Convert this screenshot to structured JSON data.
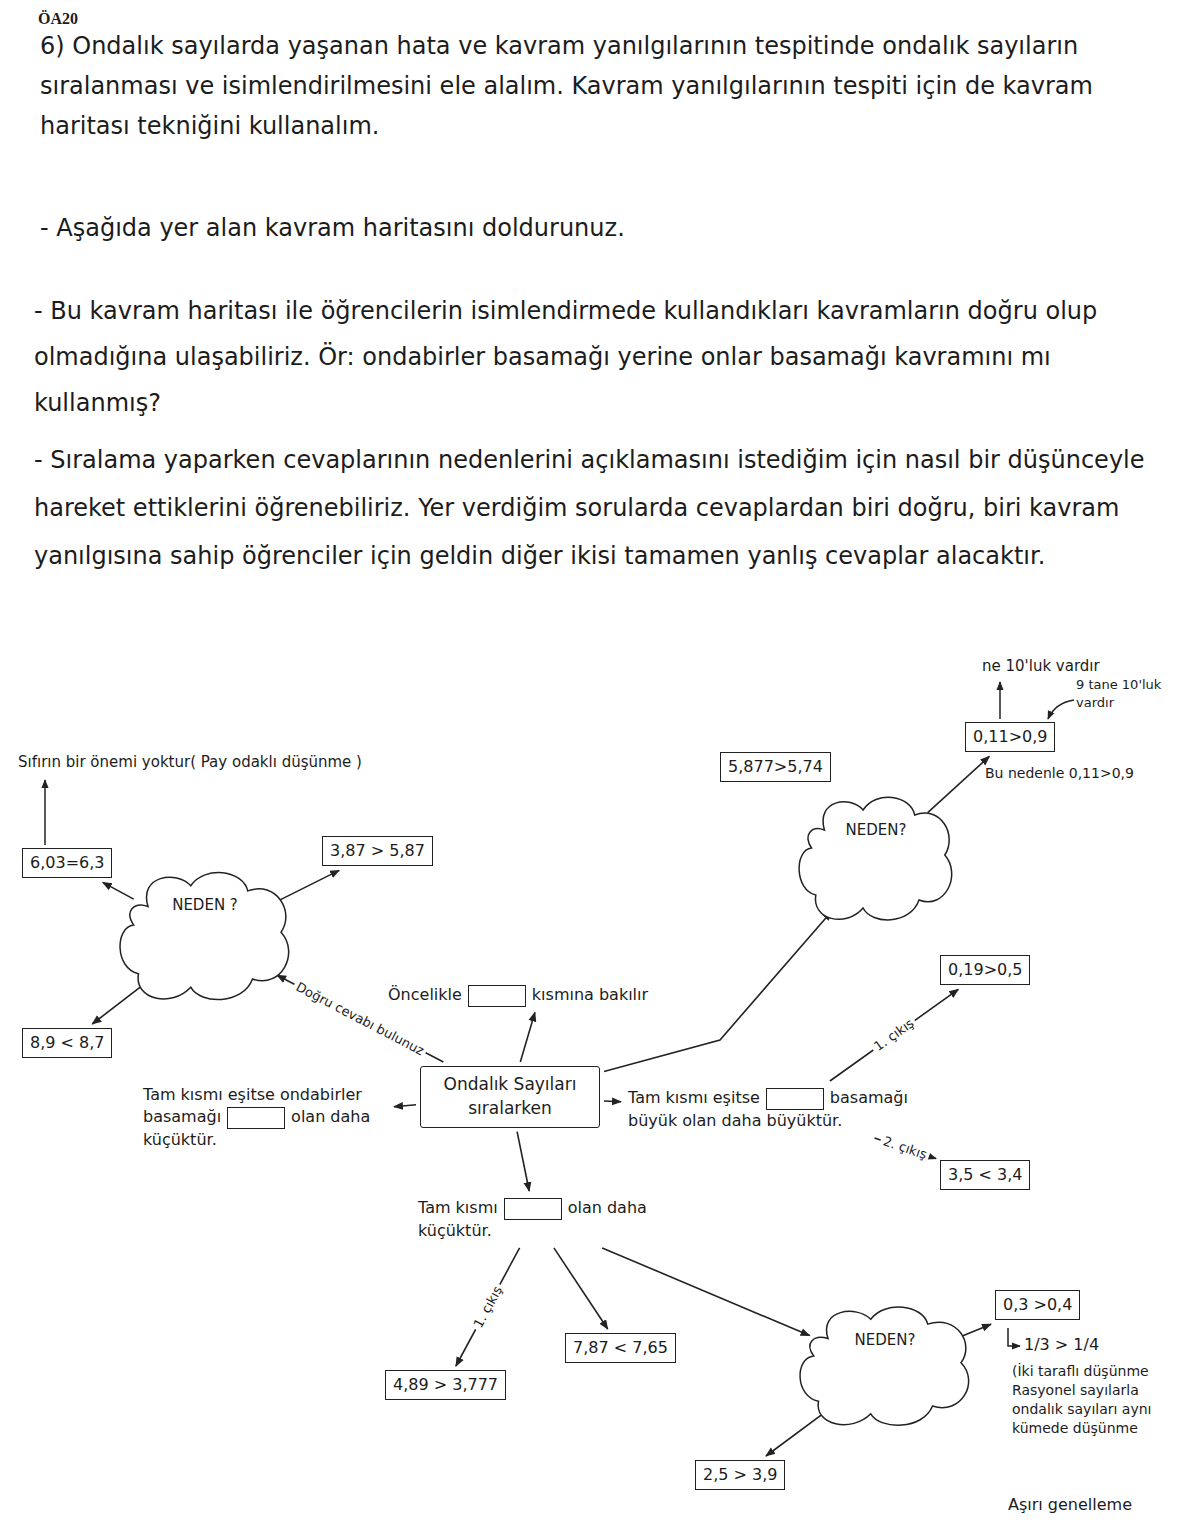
{
  "diagram": {
    "nodes": [
      {
        "text": [
          "Ondalık Sayıları sıralarken"
        ]
      },
      {
        "text": [
          "Öncelikle",
          "kısmına bakılır"
        ]
      },
      {
        "text": [
          "NEDEN ?"
        ]
      },
      {
        "text": [
          "6,03=6,3"
        ]
      },
      {
        "text": [
          "3,87 > 5,87"
        ]
      },
      {
        "text": [
          "8,9 < 8,7"
        ]
      },
      {
        "text": [
          "NEDEN?"
        ]
      },
      {
        "text": [
          "5,877>5,74"
        ]
      },
      {
        "text": [
          "0,11>0,9"
        ]
      },
      {
        "text": [
          "Tam kısmı eşitse ondabirler basamağı",
          "olan daha küçüktür."
        ]
      },
      {
        "text": [
          "Tam kısmı eşitse",
          "basamağı büyük olan daha büyüktür."
        ]
      },
      {
        "text": [
          "0,19>0,5"
        ]
      },
      {
        "text": [
          "3,5 < 3,4"
        ]
      },
      {
        "text": [
          "Tam kısmı",
          "olan daha küçüktür."
        ]
      },
      {
        "text": [
          "4,89 > 3,777"
        ]
      },
      {
        "text": [
          "7,87 < 7,65"
        ]
      },
      {
        "text": [
          "NEDEN?"
        ]
      },
      {
        "text": [
          "0,3 >0,4"
        ]
      },
      {
        "text": [
          "2,5 > 3,9"
        ]
      }
    ],
    "edges": [
      {
        "from": 0,
        "to": 1,
        "arrow": "to"
      },
      {
        "from": 0,
        "to": 2,
        "label": "Doğru cevabı bulunuz",
        "arrow": "to"
      },
      {
        "from": 2,
        "to": 3,
        "arrow": "to"
      },
      {
        "from": 2,
        "to": 4,
        "arrow": "to"
      },
      {
        "from": 2,
        "to": 5,
        "arrow": "to"
      },
      {
        "from": 0,
        "to": 6,
        "arrow": "to"
      },
      {
        "from": 6,
        "to": 8,
        "arrow": "to"
      },
      {
        "from": 0,
        "to": 9,
        "arrow": "to"
      },
      {
        "from": 0,
        "to": 10,
        "arrow": "to"
      },
      {
        "from": 10,
        "to": 11,
        "label": "1. çıkış",
        "arrow": "to"
      },
      {
        "from": 10,
        "to": 12,
        "label": "2. çıkış",
        "arrow": "to"
      },
      {
        "from": 0,
        "to": 13,
        "arrow": "to"
      },
      {
        "from": 13,
        "to": 14,
        "label": "1. çıkış",
        "arrow": "to"
      },
      {
        "from": 13,
        "to": 15,
        "arrow": "to"
      },
      {
        "from": 13,
        "to": 16,
        "arrow": "to"
      },
      {
        "from": 16,
        "to": 17,
        "arrow": "to"
      },
      {
        "from": 16,
        "to": 18,
        "arrow": "to"
      }
    ],
    "labels": [
      "ÖA20",
      "6) Ondalık sayılarda yaşanan hata ve kavram yanılgılarının tespitinde ondalık sayıların sıralanması ve isimlendirilmesini ele alalım. Kavram yanılgılarının tespiti için de kavram haritası tekniğini kullanalım.",
      "- Aşağıda yer alan kavram haritasını doldurunuz.",
      "- Bu kavram haritası ile öğrencilerin isimlendirmede kullandıkları kavramların doğru olup olmadığına ulaşabiliriz. Ör: ondabirler basamağı yerine onlar basamağı kavramını mı kullanmış?",
      "- Sıralama yaparken cevaplarının nedenlerini açıklamasını istediğim için nasıl bir düşünceyle hareket ettiklerini öğrenebiliriz. Yer verdiğim sorularda cevaplardan biri doğru, biri kavram yanılgısına sahip öğrenciler için geldin diğer ikisi tamamen yanlış cevaplar alacaktır.",
      "Sıfırın bir önemi yoktur( Pay odaklı düşünme )",
      "ne 10'luk vardır",
      "9 tane 10'luk vardır",
      "Bu nedenle 0,11>0,9",
      "1/3 > 1/4",
      "(İki taraflı düşünme Rasyonel sayılarla ondalık sayıları aynı kümede düşünme",
      "Aşırı genelleme"
    ]
  }
}
